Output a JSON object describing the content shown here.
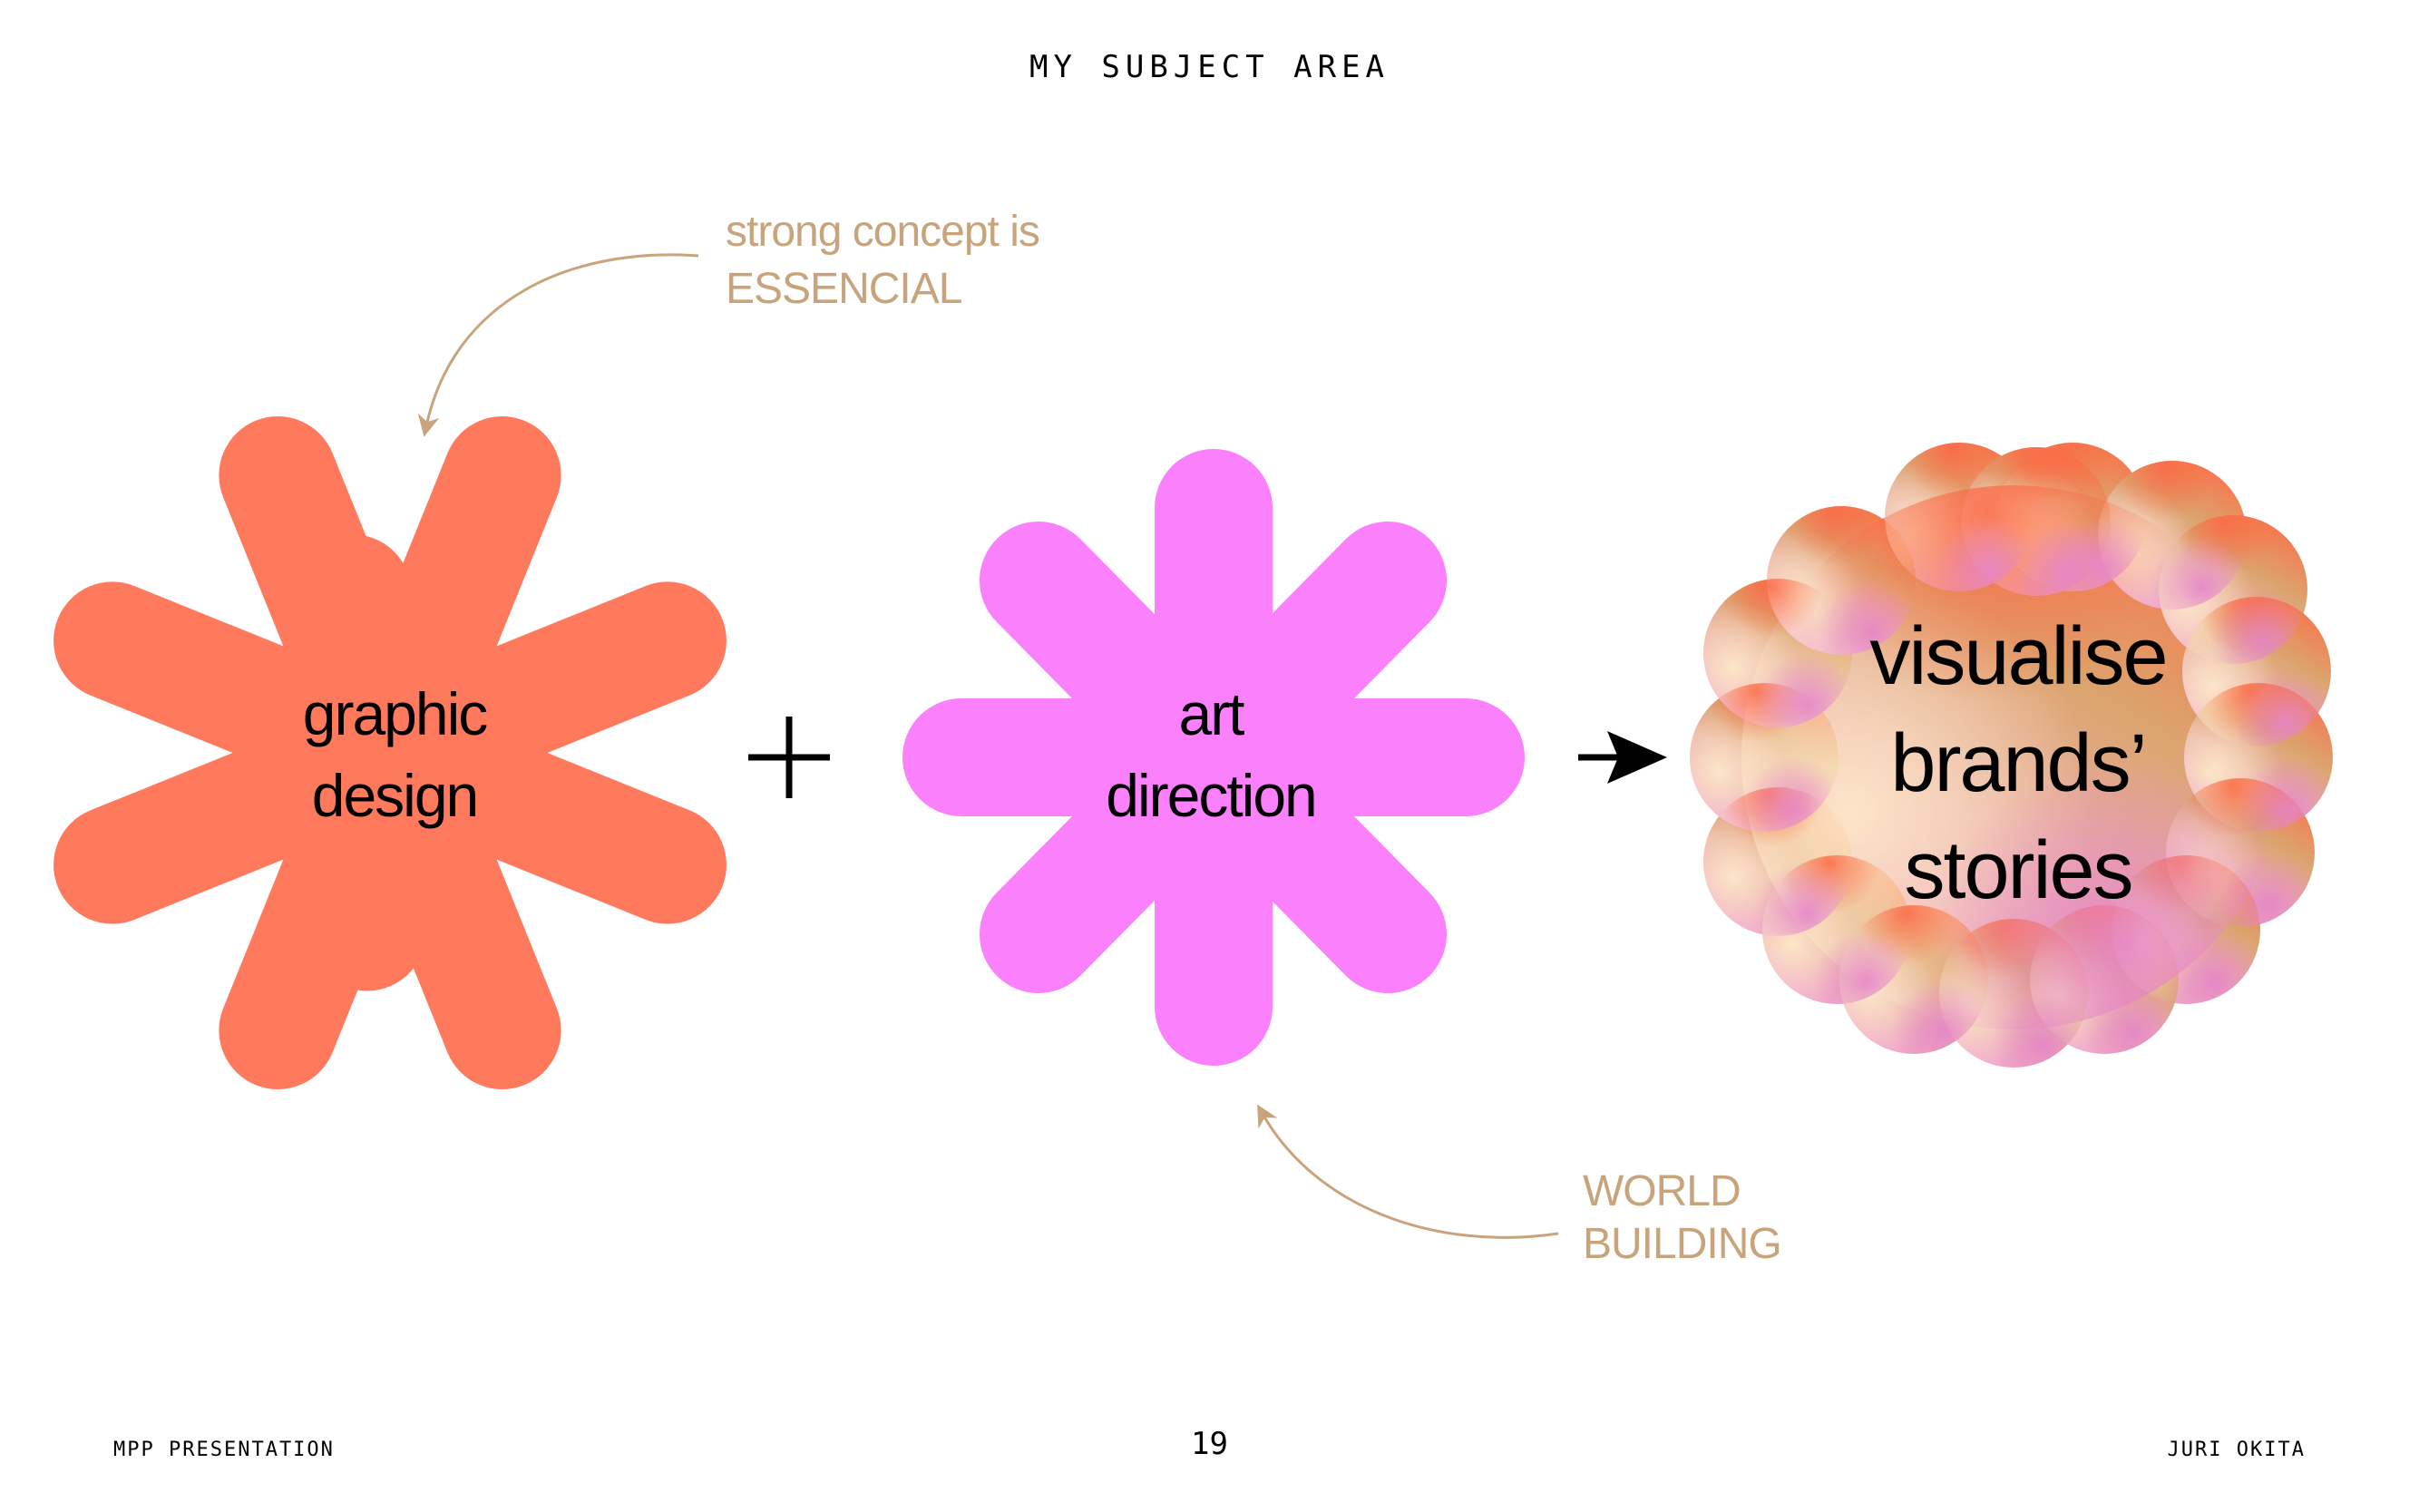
{
  "header": {
    "title": "MY SUBJECT AREA"
  },
  "footer": {
    "left": "MPP PRESENTATION",
    "page_number": "19",
    "right": "JURI OKITA"
  },
  "diagram": {
    "shapes": [
      {
        "id": "graphic-design",
        "lines": [
          "graphic",
          "design"
        ],
        "color": "#ff7a5c"
      },
      {
        "id": "art-direction",
        "lines": [
          "art",
          "direction"
        ],
        "color": "#fb80fb"
      },
      {
        "id": "brand-stories",
        "lines": [
          "visualise",
          "brands’",
          "stories"
        ],
        "gradient": [
          "#fb7048",
          "#d9a06c",
          "#fbcf9e",
          "#f0a8d8",
          "#e588c6"
        ]
      }
    ],
    "operators": {
      "plus": "+",
      "arrow": "→"
    },
    "notes": [
      {
        "id": "concept-note",
        "lines": [
          "strong concept is",
          "ESSENCIAL"
        ],
        "points_to": "graphic-design"
      },
      {
        "id": "world-note",
        "lines": [
          "WORLD",
          "BUILDING"
        ],
        "points_to": "art-direction"
      }
    ],
    "accent_color": "#c8a47c"
  }
}
